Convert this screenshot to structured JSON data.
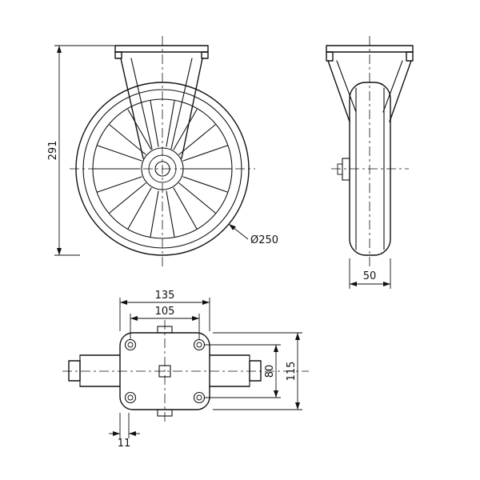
{
  "drawing": {
    "colors": {
      "line": "#111111",
      "background": "#ffffff"
    },
    "front_view": {
      "height_dim": "291",
      "diameter_dim": "Ø250"
    },
    "side_view": {
      "width_dim": "50"
    },
    "plate_view": {
      "plate_width_dim": "135",
      "hole_spacing_width_dim": "105",
      "plate_height_dim": "115",
      "hole_spacing_height_dim": "80",
      "edge_offset_dim": "11"
    }
  }
}
